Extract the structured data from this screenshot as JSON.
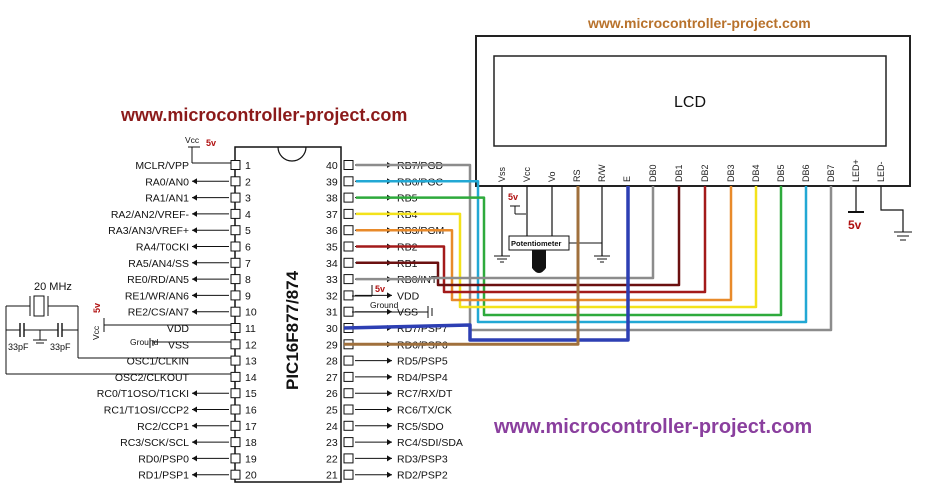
{
  "watermarks": {
    "top": "www.microcontroller-project.com",
    "middle": "www.microcontroller-project.com",
    "bottom": "www.microcontroller-project.com"
  },
  "mcu": {
    "name": "PIC16F877/874",
    "left_pins": [
      {
        "num": "1",
        "label": "MCLR/VPP"
      },
      {
        "num": "2",
        "label": "RA0/AN0"
      },
      {
        "num": "3",
        "label": "RA1/AN1"
      },
      {
        "num": "4",
        "label": "RA2/AN2/VREF-"
      },
      {
        "num": "5",
        "label": "RA3/AN3/VREF+"
      },
      {
        "num": "6",
        "label": "RA4/T0CKI"
      },
      {
        "num": "7",
        "label": "RA5/AN4/SS"
      },
      {
        "num": "8",
        "label": "RE0/RD/AN5"
      },
      {
        "num": "9",
        "label": "RE1/WR/AN6"
      },
      {
        "num": "10",
        "label": "RE2/CS/AN7"
      },
      {
        "num": "11",
        "label": "VDD"
      },
      {
        "num": "12",
        "label": "VSS"
      },
      {
        "num": "13",
        "label": "OSC1/CLKIN"
      },
      {
        "num": "14",
        "label": "OSC2/CLKOUT"
      },
      {
        "num": "15",
        "label": "RC0/T1OSO/T1CKI"
      },
      {
        "num": "16",
        "label": "RC1/T1OSI/CCP2"
      },
      {
        "num": "17",
        "label": "RC2/CCP1"
      },
      {
        "num": "18",
        "label": "RC3/SCK/SCL"
      },
      {
        "num": "19",
        "label": "RD0/PSP0"
      },
      {
        "num": "20",
        "label": "RD1/PSP1"
      }
    ],
    "right_pins": [
      {
        "num": "40",
        "label": "RB7/PGD"
      },
      {
        "num": "39",
        "label": "RB6/PGC"
      },
      {
        "num": "38",
        "label": "RB5"
      },
      {
        "num": "37",
        "label": "RB4"
      },
      {
        "num": "36",
        "label": "RB3/PGM"
      },
      {
        "num": "35",
        "label": "RB2"
      },
      {
        "num": "34",
        "label": "RB1"
      },
      {
        "num": "33",
        "label": "RB0/INT"
      },
      {
        "num": "32",
        "label": "VDD"
      },
      {
        "num": "31",
        "label": "VSS"
      },
      {
        "num": "30",
        "label": "RD7/PSP7"
      },
      {
        "num": "29",
        "label": "RD6/PSP6"
      },
      {
        "num": "28",
        "label": "RD5/PSP5"
      },
      {
        "num": "27",
        "label": "RD4/PSP4"
      },
      {
        "num": "26",
        "label": "RC7/RX/DT"
      },
      {
        "num": "25",
        "label": "RC6/TX/CK"
      },
      {
        "num": "24",
        "label": "RC5/SDO"
      },
      {
        "num": "23",
        "label": "RC4/SDI/SDA"
      },
      {
        "num": "22",
        "label": "RD3/PSP3"
      },
      {
        "num": "21",
        "label": "RD2/PSP2"
      }
    ]
  },
  "lcd": {
    "label": "LCD",
    "pins": [
      "Vss",
      "Vcc",
      "Vo",
      "RS",
      "R/W",
      "E",
      "DB0",
      "DB1",
      "DB2",
      "DB3",
      "DB4",
      "DB5",
      "DB6",
      "DB7",
      "LED+",
      "LED-"
    ],
    "led_supply": "5v"
  },
  "annotations": {
    "vcc": "Vcc",
    "five_v": "5v",
    "ground": "Ground",
    "potentiometer": "Potentiometer",
    "crystal": "20 MHz",
    "cap_left": "33pF",
    "cap_right": "33pF"
  },
  "wire_colors": {
    "rs": "#a0703c",
    "e": "#2d3fb3",
    "db4": "#f3e21a",
    "db5": "#2eaa3c",
    "db6": "#22a8d4",
    "db7": "#8c8c8c",
    "db3": "#e88a2a",
    "db2": "#a31a1a",
    "db1": "#6b1010"
  }
}
